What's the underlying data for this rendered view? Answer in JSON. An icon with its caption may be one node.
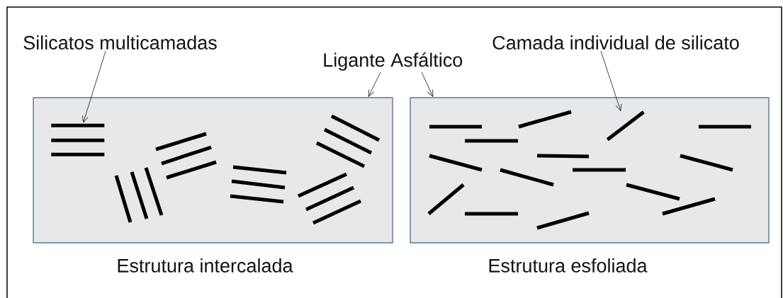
{
  "diagram": {
    "nodes": [
      {
        "text": [
          "Silicatos multicamadas"
        ]
      },
      {
        "text": [
          "Ligante Asfáltico"
        ]
      },
      {
        "text": [
          "Camada individual de silicato"
        ]
      },
      {
        "text": [
          "Estrutura intercalada"
        ]
      },
      {
        "text": [
          "Estrutura esfoliada"
        ]
      },
      {
        "text": [],
        "shape": "bar",
        "in": 3
      },
      {
        "text": [],
        "shape": "bar",
        "in": 4
      }
    ],
    "edges": [
      {
        "from": 0,
        "to": 5,
        "arrow": "to"
      },
      {
        "from": 1,
        "to": 3,
        "arrow": "to"
      },
      {
        "from": 1,
        "to": 4,
        "arrow": "to"
      },
      {
        "from": 2,
        "to": 6,
        "arrow": "to"
      }
    ]
  }
}
